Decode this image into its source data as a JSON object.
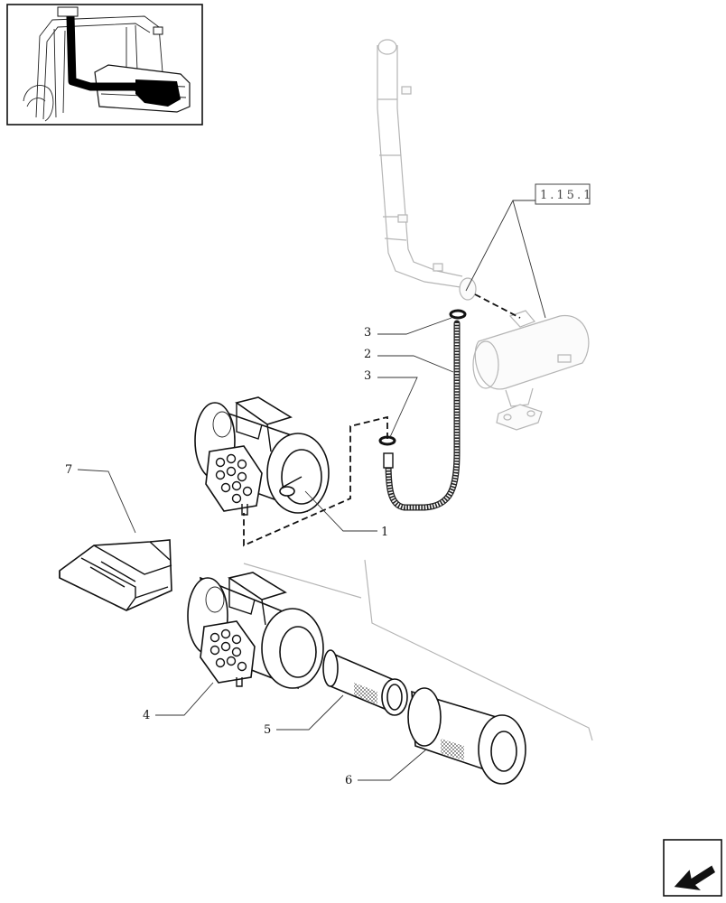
{
  "diagram": {
    "reference_box": {
      "label": "1.15.1"
    },
    "callouts": [
      {
        "id": "c3a",
        "label": "3"
      },
      {
        "id": "c2",
        "label": "2"
      },
      {
        "id": "c3b",
        "label": "3"
      },
      {
        "id": "c1",
        "label": "1"
      },
      {
        "id": "c7",
        "label": "7"
      },
      {
        "id": "c4",
        "label": "4"
      },
      {
        "id": "c5",
        "label": "5"
      },
      {
        "id": "c6",
        "label": "6"
      }
    ],
    "thumbnail": {
      "icon": "tractor-location-icon"
    },
    "nav": {
      "icon": "next-page-arrow-icon"
    },
    "colors": {
      "line": "#111111",
      "ghost": "#b5b5b5",
      "paper": "#ffffff"
    }
  }
}
